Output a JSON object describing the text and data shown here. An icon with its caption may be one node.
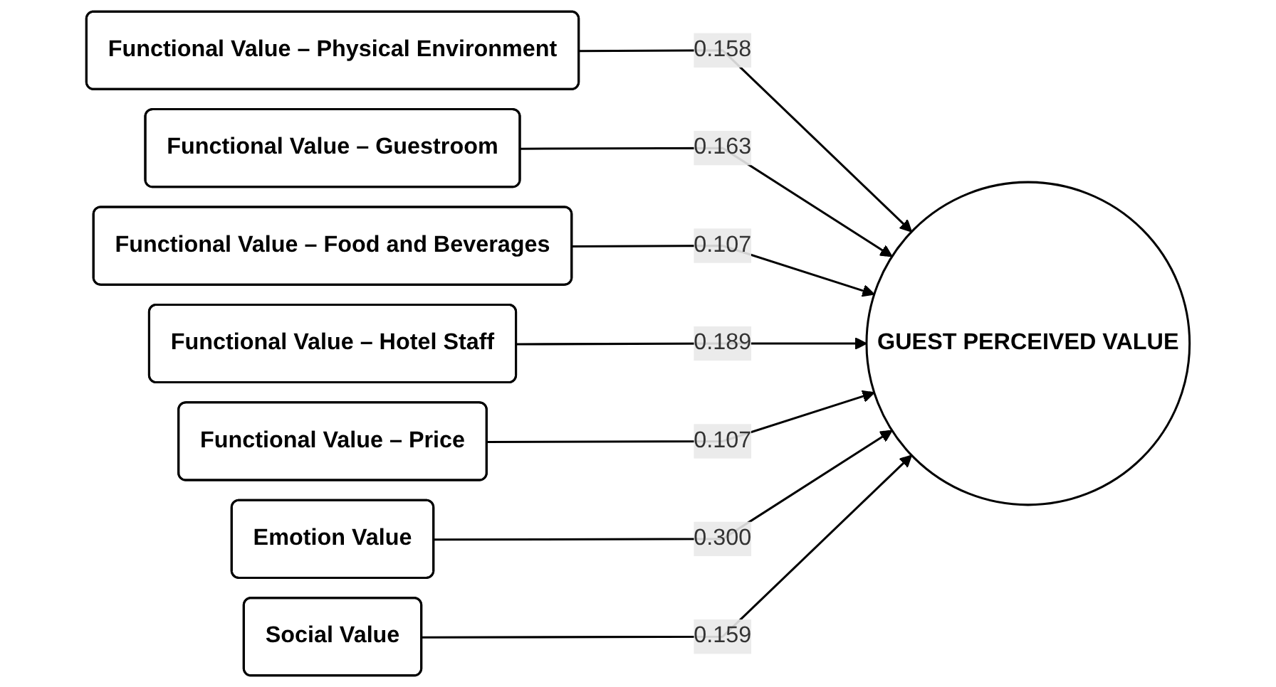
{
  "diagram": {
    "nodes": [
      {
        "text": [
          "Functional Value – Physical Environment"
        ]
      },
      {
        "text": [
          "Functional Value – Guestroom"
        ]
      },
      {
        "text": [
          "Functional Value – Food and Beverages"
        ]
      },
      {
        "text": [
          "Functional Value – Hotel Staff"
        ]
      },
      {
        "text": [
          "Functional Value – Price"
        ]
      },
      {
        "text": [
          "Emotion Value"
        ]
      },
      {
        "text": [
          "Social Value"
        ]
      },
      {
        "text": [
          "GUEST PERCEIVED VALUE"
        ]
      }
    ],
    "edges": [
      {
        "from": 0,
        "to": 7,
        "arrow": "to",
        "label": "0.158"
      },
      {
        "from": 1,
        "to": 7,
        "arrow": "to",
        "label": "0.163"
      },
      {
        "from": 2,
        "to": 7,
        "arrow": "to",
        "label": "0.107"
      },
      {
        "from": 3,
        "to": 7,
        "arrow": "to",
        "label": "0.189"
      },
      {
        "from": 4,
        "to": 7,
        "arrow": "to",
        "label": "0.107"
      },
      {
        "from": 5,
        "to": 7,
        "arrow": "to",
        "label": "0.300"
      },
      {
        "from": 6,
        "to": 7,
        "arrow": "to",
        "label": "0.159"
      }
    ]
  }
}
